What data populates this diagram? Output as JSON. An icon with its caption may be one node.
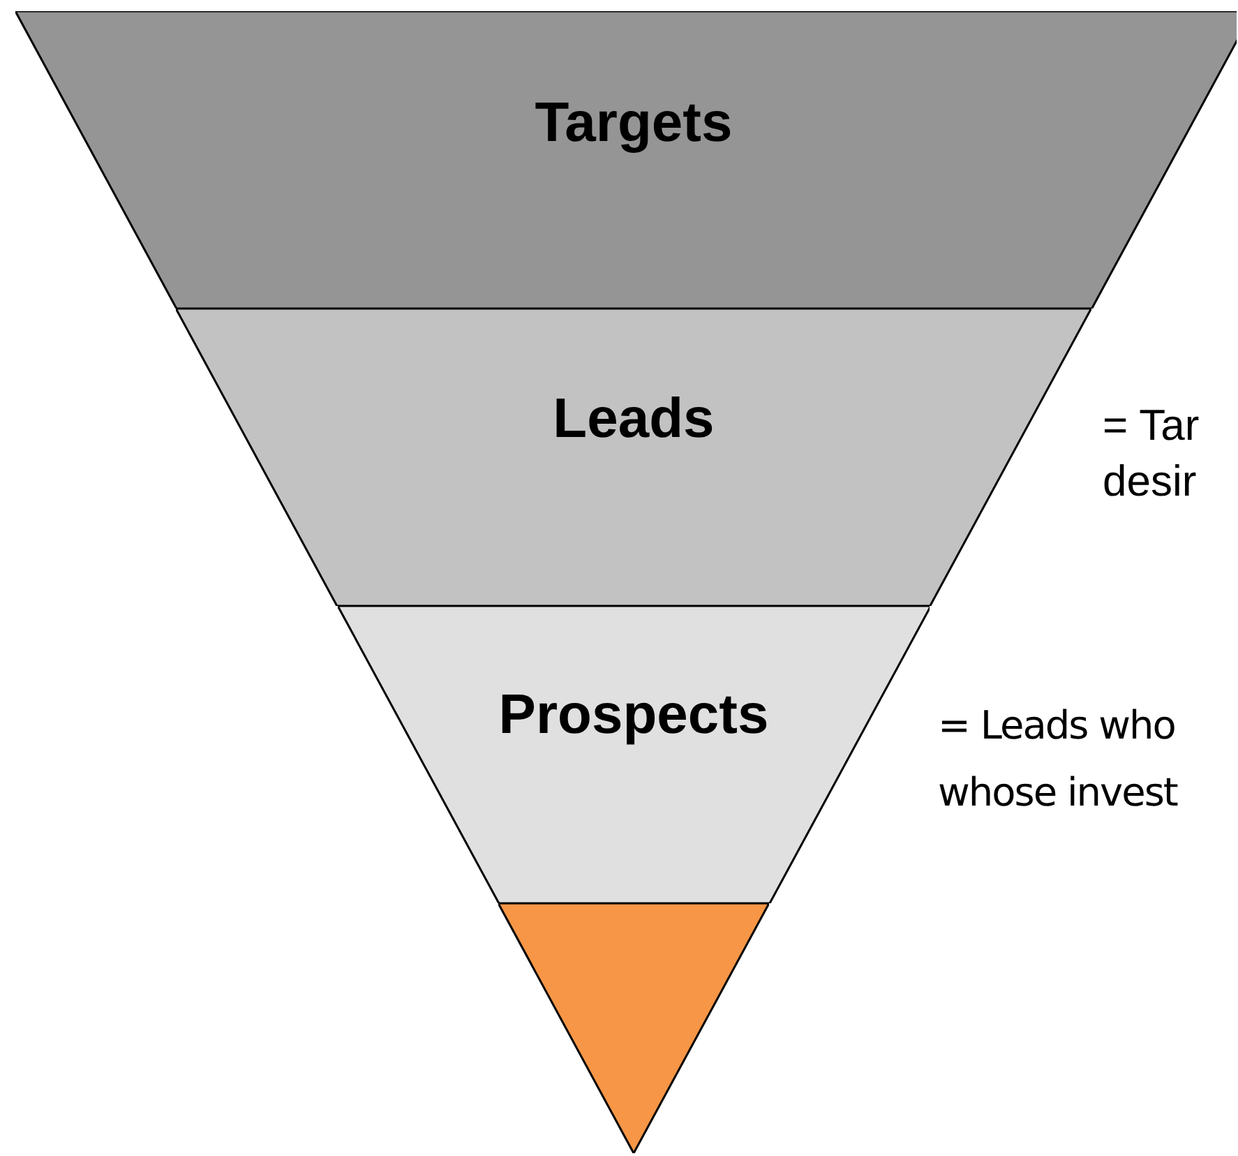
{
  "diagram": {
    "nodes": [
      {
        "text": [
          "Targets"
        ]
      },
      {
        "text": [
          "Leads"
        ],
        "beside": [
          "= Tar desir"
        ]
      },
      {
        "text": [
          "Prospects"
        ],
        "beside": [
          "= Leads who whose invest"
        ]
      },
      {
        "text": [],
        "shape": "triangle"
      }
    ]
  }
}
